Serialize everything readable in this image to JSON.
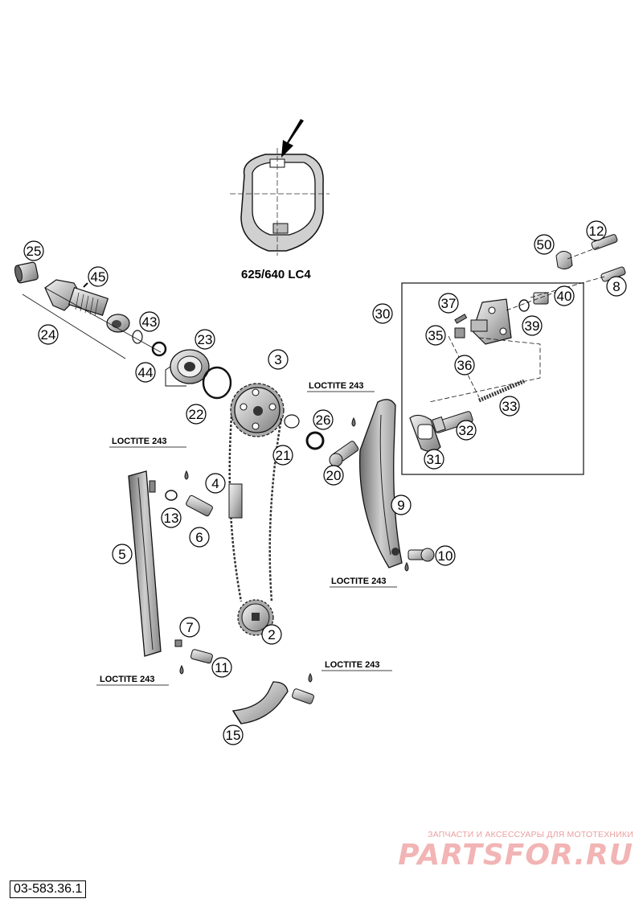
{
  "engine_label": "625/640 LC4",
  "drawing_number": "03-583.36.1",
  "loctite_label": "LOCTITE 243",
  "watermark": {
    "tagline": "ЗАПЧАСТИ И АКСЕССУАРЫ ДЛЯ МОТОТЕХНИКИ",
    "logo": "PARTSFOR.RU"
  },
  "parts": [
    "25",
    "45",
    "24",
    "43",
    "44",
    "23",
    "22",
    "3",
    "21",
    "26",
    "4",
    "6",
    "13",
    "5",
    "9",
    "10",
    "20",
    "2",
    "7",
    "11",
    "15",
    "30",
    "37",
    "35",
    "36",
    "50",
    "12",
    "8",
    "40",
    "39",
    "33",
    "32",
    "31"
  ]
}
